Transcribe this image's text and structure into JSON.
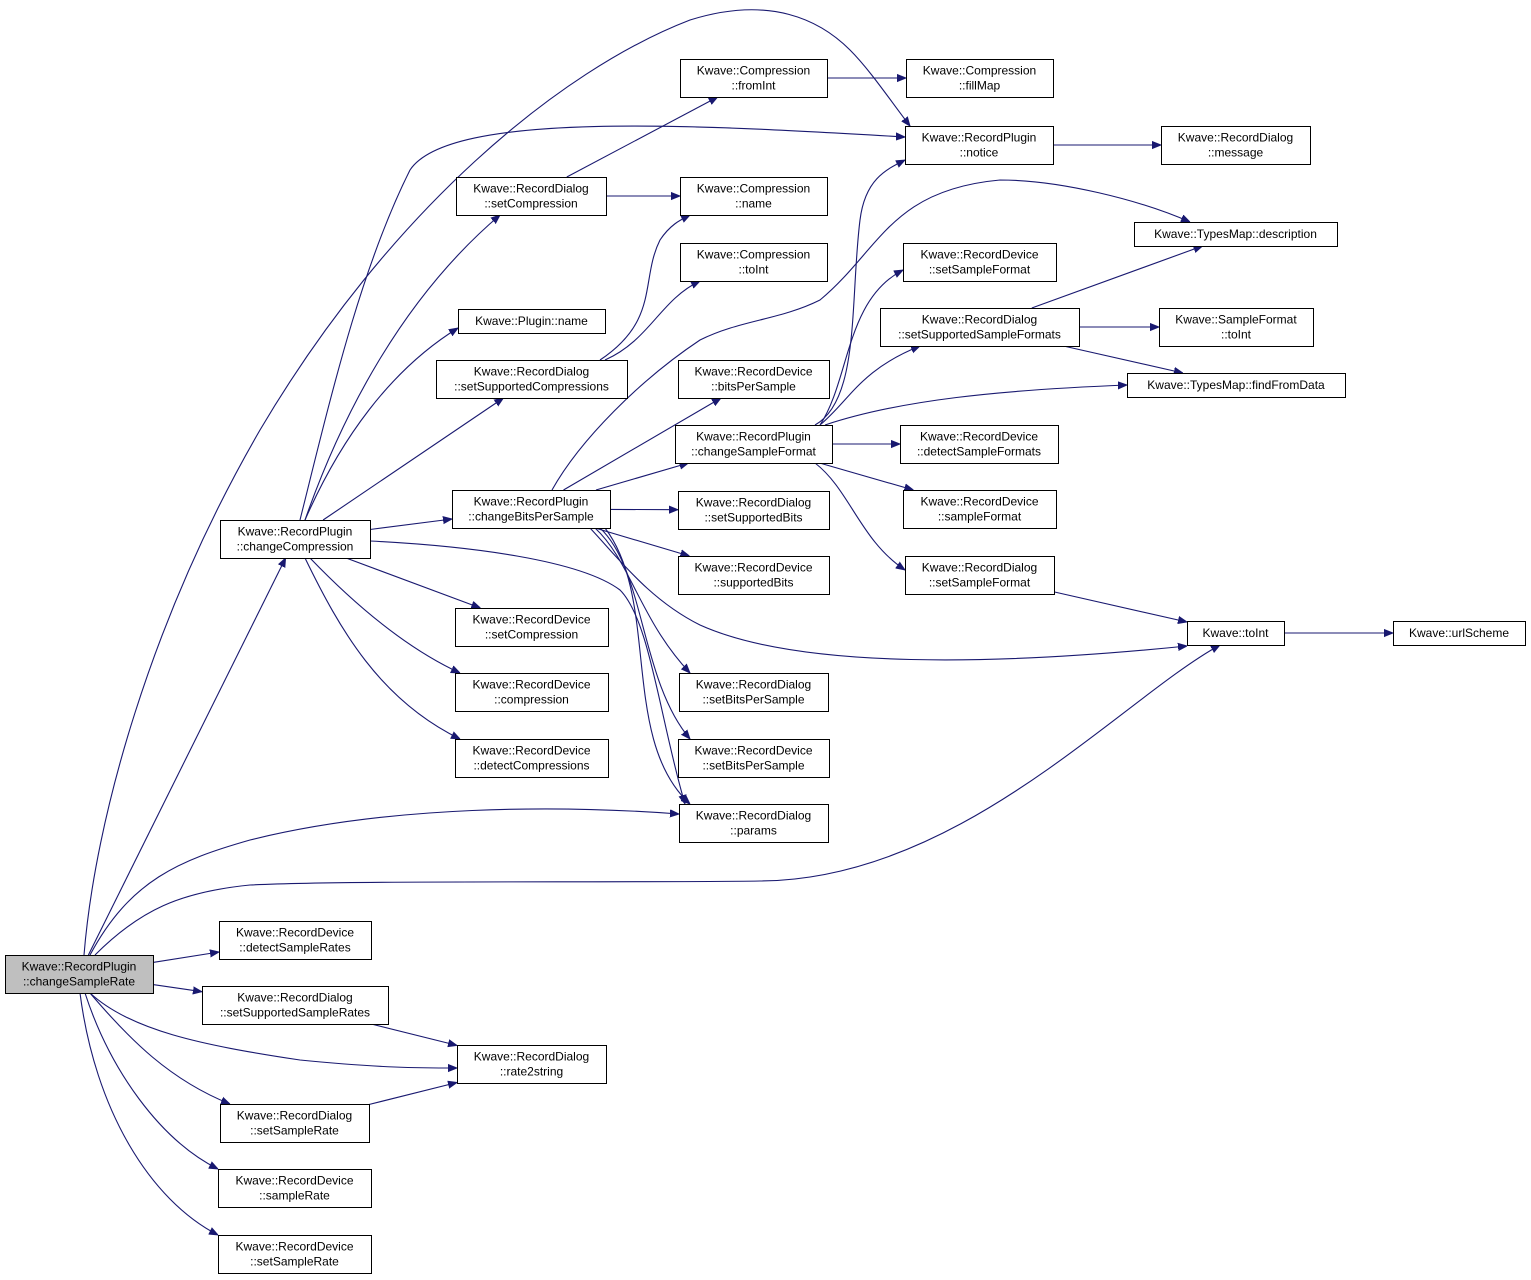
{
  "graph": {
    "edge_color": "#191970",
    "root_fill": "#bfbfbf",
    "nodes": [
      {
        "id": "root",
        "lines": [
          "Kwave::RecordPlugin",
          "::changeSampleRate"
        ],
        "root": true
      },
      {
        "id": "changeCompression",
        "lines": [
          "Kwave::RecordPlugin",
          "::changeCompression"
        ]
      },
      {
        "id": "comp_fromInt",
        "lines": [
          "Kwave::Compression",
          "::fromInt"
        ]
      },
      {
        "id": "comp_fillMap",
        "lines": [
          "Kwave::Compression",
          "::fillMap"
        ]
      },
      {
        "id": "notice",
        "lines": [
          "Kwave::RecordPlugin",
          "::notice"
        ]
      },
      {
        "id": "message",
        "lines": [
          "Kwave::RecordDialog",
          "::message"
        ]
      },
      {
        "id": "setCompression_dlg",
        "lines": [
          "Kwave::RecordDialog",
          "::setCompression"
        ]
      },
      {
        "id": "comp_name",
        "lines": [
          "Kwave::Compression",
          "::name"
        ]
      },
      {
        "id": "comp_toInt",
        "lines": [
          "Kwave::Compression",
          "::toInt"
        ]
      },
      {
        "id": "plugin_name",
        "lines": [
          "Kwave::Plugin::name"
        ]
      },
      {
        "id": "setSupportedCompressions",
        "lines": [
          "Kwave::RecordDialog",
          "::setSupportedCompressions"
        ]
      },
      {
        "id": "typesmap_description",
        "lines": [
          "Kwave::TypesMap::description"
        ]
      },
      {
        "id": "dev_setSampleFormat",
        "lines": [
          "Kwave::RecordDevice",
          "::setSampleFormat"
        ]
      },
      {
        "id": "setSupportedSampleFormats",
        "lines": [
          "Kwave::RecordDialog",
          "::setSupportedSampleFormats"
        ]
      },
      {
        "id": "sampleformat_toInt",
        "lines": [
          "Kwave::SampleFormat",
          "::toInt"
        ]
      },
      {
        "id": "bitsPerSample",
        "lines": [
          "Kwave::RecordDevice",
          "::bitsPerSample"
        ]
      },
      {
        "id": "typesmap_findFromData",
        "lines": [
          "Kwave::TypesMap::findFromData"
        ]
      },
      {
        "id": "changeSampleFormat",
        "lines": [
          "Kwave::RecordPlugin",
          "::changeSampleFormat"
        ]
      },
      {
        "id": "detectSampleFormats",
        "lines": [
          "Kwave::RecordDevice",
          "::detectSampleFormats"
        ]
      },
      {
        "id": "changeBitsPerSample",
        "lines": [
          "Kwave::RecordPlugin",
          "::changeBitsPerSample"
        ]
      },
      {
        "id": "setSupportedBits",
        "lines": [
          "Kwave::RecordDialog",
          "::setSupportedBits"
        ]
      },
      {
        "id": "dev_sampleFormat",
        "lines": [
          "Kwave::RecordDevice",
          "::sampleFormat"
        ]
      },
      {
        "id": "supportedBits",
        "lines": [
          "Kwave::RecordDevice",
          "::supportedBits"
        ]
      },
      {
        "id": "dlg_setSampleFormat",
        "lines": [
          "Kwave::RecordDialog",
          "::setSampleFormat"
        ]
      },
      {
        "id": "dev_setCompression",
        "lines": [
          "Kwave::RecordDevice",
          "::setCompression"
        ]
      },
      {
        "id": "kwave_toInt",
        "lines": [
          "Kwave::toInt"
        ]
      },
      {
        "id": "urlScheme",
        "lines": [
          "Kwave::urlScheme"
        ]
      },
      {
        "id": "dev_compression",
        "lines": [
          "Kwave::RecordDevice",
          "::compression"
        ]
      },
      {
        "id": "dlg_setBitsPerSample",
        "lines": [
          "Kwave::RecordDialog",
          "::setBitsPerSample"
        ]
      },
      {
        "id": "detectCompressions",
        "lines": [
          "Kwave::RecordDevice",
          "::detectCompressions"
        ]
      },
      {
        "id": "dev_setBitsPerSample",
        "lines": [
          "Kwave::RecordDevice",
          "::setBitsPerSample"
        ]
      },
      {
        "id": "params",
        "lines": [
          "Kwave::RecordDialog",
          "::params"
        ]
      },
      {
        "id": "detectSampleRates",
        "lines": [
          "Kwave::RecordDevice",
          "::detectSampleRates"
        ]
      },
      {
        "id": "setSupportedSampleRates",
        "lines": [
          "Kwave::RecordDialog",
          "::setSupportedSampleRates"
        ]
      },
      {
        "id": "rate2string",
        "lines": [
          "Kwave::RecordDialog",
          "::rate2string"
        ]
      },
      {
        "id": "dlg_setSampleRate",
        "lines": [
          "Kwave::RecordDialog",
          "::setSampleRate"
        ]
      },
      {
        "id": "dev_sampleRate",
        "lines": [
          "Kwave::RecordDevice",
          "::sampleRate"
        ]
      },
      {
        "id": "dev_setSampleRate",
        "lines": [
          "Kwave::RecordDevice",
          "::setSampleRate"
        ]
      }
    ],
    "edges": [
      [
        "root",
        "notice"
      ],
      [
        "root",
        "changeCompression"
      ],
      [
        "root",
        "params"
      ],
      [
        "root",
        "kwave_toInt"
      ],
      [
        "root",
        "detectSampleRates"
      ],
      [
        "root",
        "setSupportedSampleRates"
      ],
      [
        "root",
        "rate2string"
      ],
      [
        "root",
        "dlg_setSampleRate"
      ],
      [
        "root",
        "dev_sampleRate"
      ],
      [
        "root",
        "dev_setSampleRate"
      ],
      [
        "changeCompression",
        "notice"
      ],
      [
        "changeCompression",
        "setCompression_dlg"
      ],
      [
        "changeCompression",
        "plugin_name"
      ],
      [
        "changeCompression",
        "setSupportedCompressions"
      ],
      [
        "changeCompression",
        "changeBitsPerSample"
      ],
      [
        "changeCompression",
        "dev_setCompression"
      ],
      [
        "changeCompression",
        "dev_compression"
      ],
      [
        "changeCompression",
        "detectCompressions"
      ],
      [
        "changeCompression",
        "params"
      ],
      [
        "setCompression_dlg",
        "comp_fromInt"
      ],
      [
        "setCompression_dlg",
        "comp_name"
      ],
      [
        "comp_fromInt",
        "comp_fillMap"
      ],
      [
        "notice",
        "message"
      ],
      [
        "setSupportedCompressions",
        "comp_name"
      ],
      [
        "setSupportedCompressions",
        "comp_toInt"
      ],
      [
        "changeBitsPerSample",
        "typesmap_description"
      ],
      [
        "changeBitsPerSample",
        "bitsPerSample"
      ],
      [
        "changeBitsPerSample",
        "changeSampleFormat"
      ],
      [
        "changeBitsPerSample",
        "setSupportedBits"
      ],
      [
        "changeBitsPerSample",
        "supportedBits"
      ],
      [
        "changeBitsPerSample",
        "kwave_toInt"
      ],
      [
        "changeBitsPerSample",
        "dlg_setBitsPerSample"
      ],
      [
        "changeBitsPerSample",
        "dev_setBitsPerSample"
      ],
      [
        "changeBitsPerSample",
        "params"
      ],
      [
        "changeSampleFormat",
        "notice"
      ],
      [
        "changeSampleFormat",
        "dev_setSampleFormat"
      ],
      [
        "changeSampleFormat",
        "setSupportedSampleFormats"
      ],
      [
        "changeSampleFormat",
        "typesmap_findFromData"
      ],
      [
        "changeSampleFormat",
        "detectSampleFormats"
      ],
      [
        "changeSampleFormat",
        "dev_sampleFormat"
      ],
      [
        "changeSampleFormat",
        "dlg_setSampleFormat"
      ],
      [
        "setSupportedSampleFormats",
        "typesmap_description"
      ],
      [
        "setSupportedSampleFormats",
        "sampleformat_toInt"
      ],
      [
        "setSupportedSampleFormats",
        "typesmap_findFromData"
      ],
      [
        "dlg_setSampleFormat",
        "kwave_toInt"
      ],
      [
        "kwave_toInt",
        "urlScheme"
      ],
      [
        "setSupportedSampleRates",
        "rate2string"
      ],
      [
        "dlg_setSampleRate",
        "rate2string"
      ]
    ]
  }
}
